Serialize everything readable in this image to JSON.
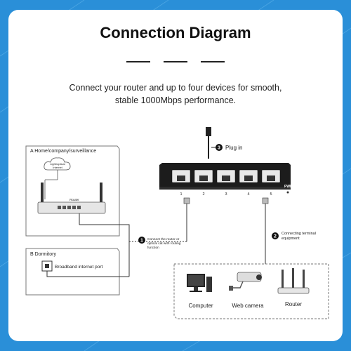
{
  "header": {
    "title": "Connection Diagram",
    "subtitle_line1": "Connect your router and up to four devices for smooth,",
    "subtitle_line2": "stable 1000Mbps performance."
  },
  "switch": {
    "ports": [
      "1",
      "2",
      "3",
      "4",
      "5"
    ],
    "pwr_label": "PWR",
    "step3_number": "3",
    "step3_label": "Plug in"
  },
  "home_box": {
    "title": "A Home/company/surveillance",
    "cloud_label_line1": "Light/optical",
    "cloud_label_line2": "Internet",
    "router_label": "Router"
  },
  "dorm_box": {
    "title": "B Dormitory",
    "port_label": "Broadband internet port"
  },
  "steps": {
    "step1_number": "1",
    "step1_line1": "Connect the router or",
    "step1_line2": "optical cat with routing",
    "step1_line3": "function",
    "step2_number": "2",
    "step2_line1": "Connecting terminal",
    "step2_line2": "equipment"
  },
  "devices": {
    "computer": "Computer",
    "webcam": "Web camera",
    "router": "Router"
  },
  "colors": {
    "background": "#2a8fd8",
    "card": "#ffffff",
    "switch_body": "#1c1c1c",
    "accent_badge": "#111111"
  }
}
